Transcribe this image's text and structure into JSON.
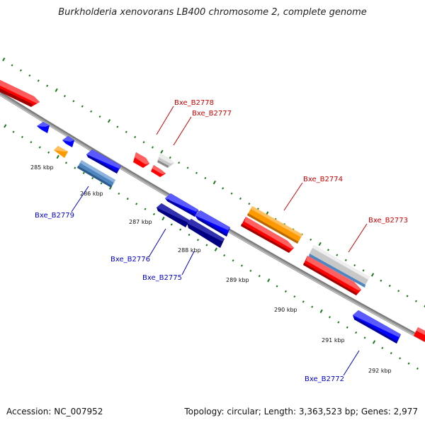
{
  "title": "Burkholderia xenovorans LB400 chromosome 2, complete genome",
  "footer": {
    "accession": "Accession: NC_007952",
    "topology": "Topology: circular; Length: 3,363,523 bp; Genes: 2,977"
  },
  "colors": {
    "background": "#ffffff",
    "backbone": "#888888",
    "tick_green": "#1a7a1a",
    "label_red": "#cc0000",
    "label_blue": "#0000cc",
    "gene_red": "#ff0000",
    "gene_blue": "#0000ff",
    "gene_orange": "#ff9900",
    "gene_steelblue": "#4f86c0",
    "gene_navy": "#000080",
    "gene_lightgray": "#c8c8c8"
  },
  "tick_labels": [
    "285 kbp",
    "286 kbp",
    "287 kbp",
    "288 kbp",
    "289 kbp",
    "290 kbp",
    "291 kbp",
    "292 kbp"
  ],
  "gene_labels": {
    "Bxe_B2778": "Bxe_B2778",
    "Bxe_B2777": "Bxe_B2777",
    "Bxe_B2774": "Bxe_B2774",
    "Bxe_B2773": "Bxe_B2773",
    "Bxe_B2779": "Bxe_B2779",
    "Bxe_B2776": "Bxe_B2776",
    "Bxe_B2775": "Bxe_B2775",
    "Bxe_B2772": "Bxe_B2772"
  }
}
